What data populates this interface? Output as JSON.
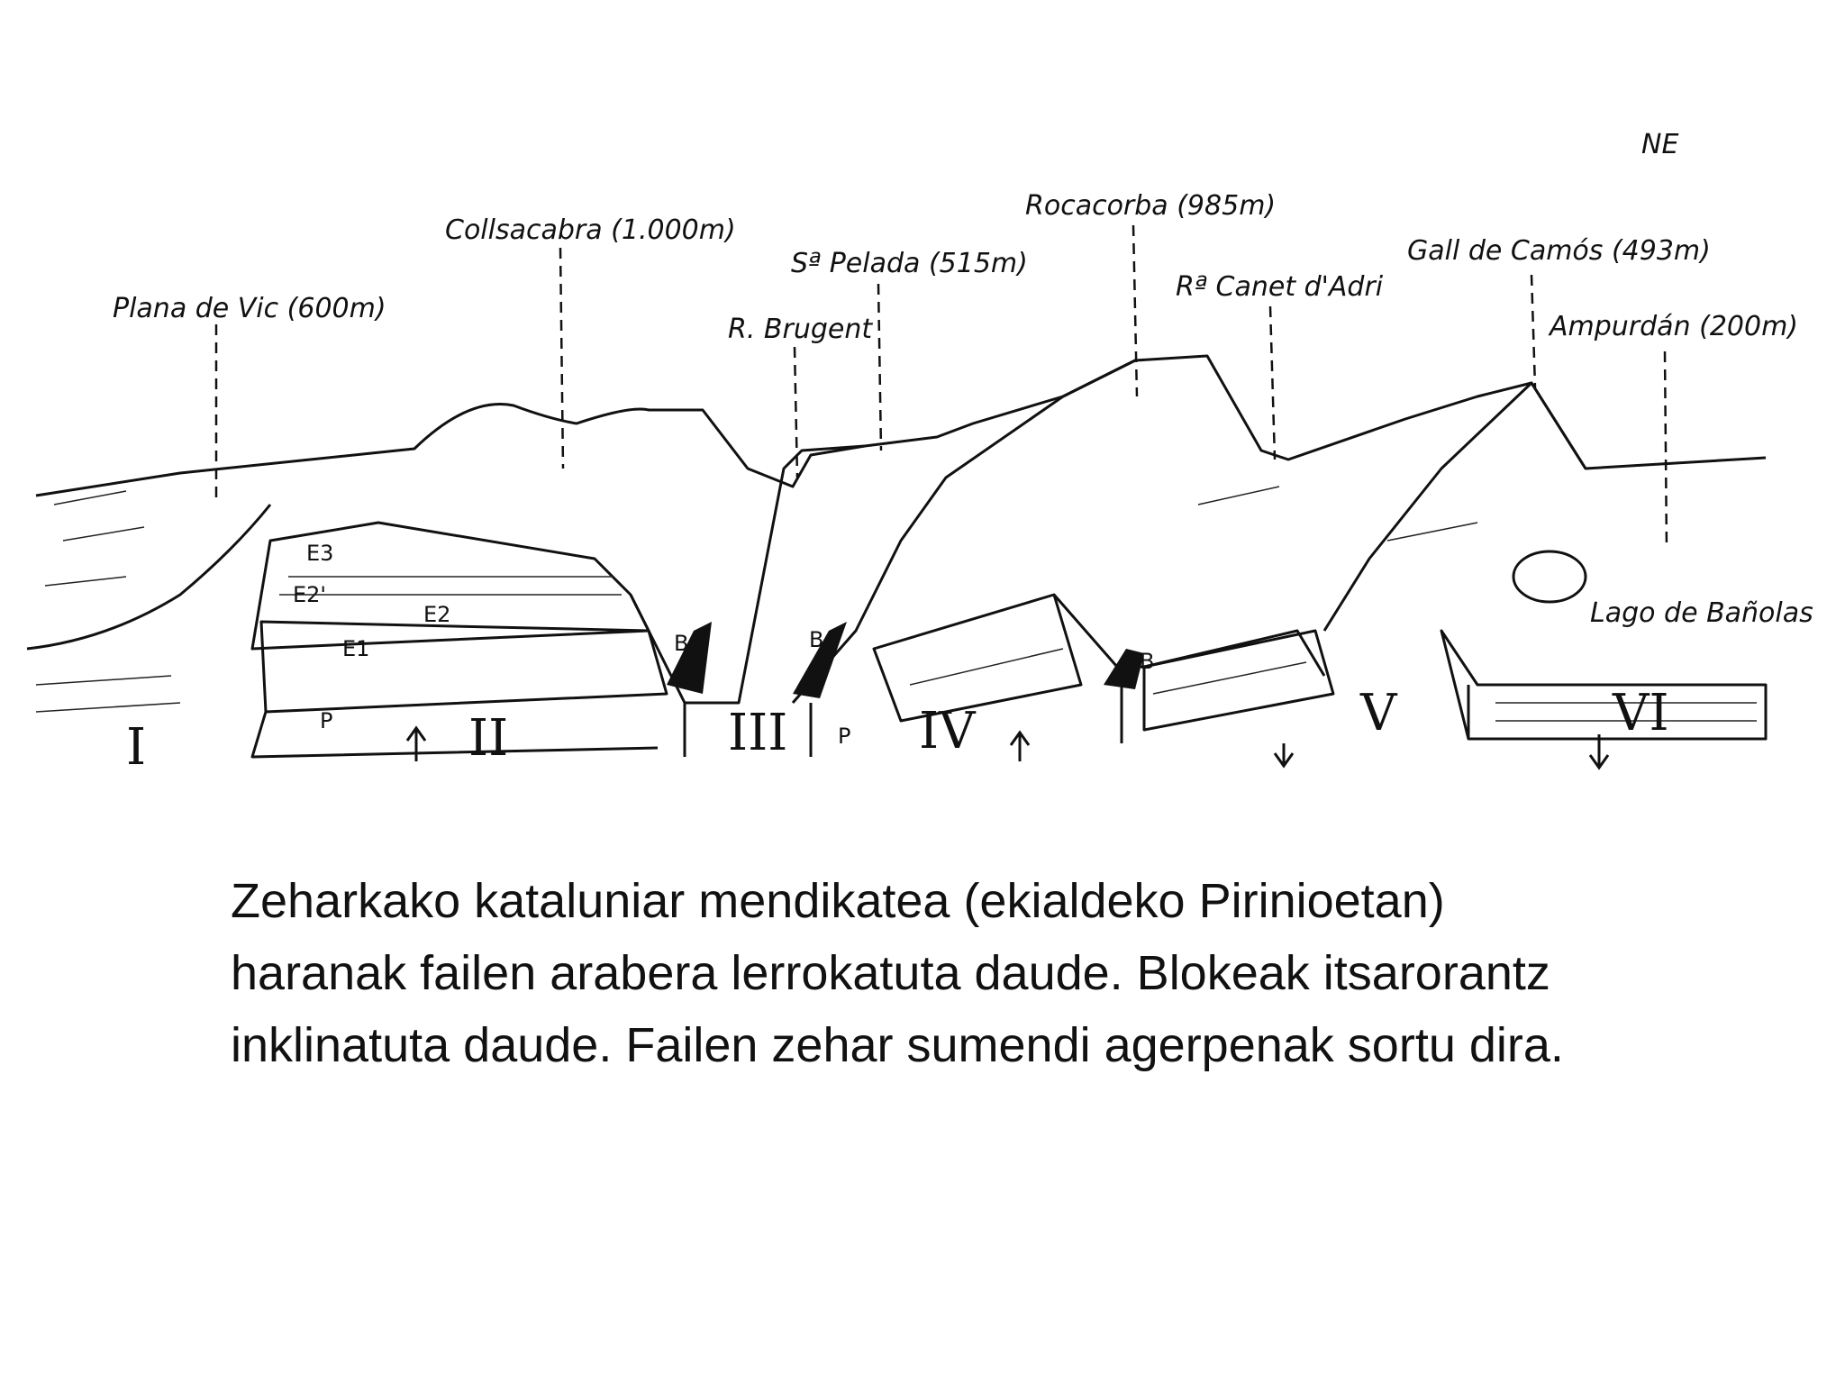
{
  "direction": "NE",
  "peaks": [
    {
      "name": "Plana de Vic (600m)"
    },
    {
      "name": "Collsacabra (1.000m)"
    },
    {
      "name": "Sª Pelada (515m)"
    },
    {
      "name": "R. Brugent"
    },
    {
      "name": "Rocacorba (985m)"
    },
    {
      "name": "Rª Canet d'Adri"
    },
    {
      "name": "Gall de Camós (493m)"
    },
    {
      "name": "Ampurdán (200m)"
    },
    {
      "name": "Lago de Bañolas"
    }
  ],
  "blocks": [
    "I",
    "II",
    "III",
    "IV",
    "V",
    "VI"
  ],
  "layers": {
    "e3": "E3",
    "e2p": "E2'",
    "e2": "E2",
    "e1": "E1",
    "p": "P",
    "b": "B"
  },
  "caption": [
    "Zeharkako kataluniar mendikatea (ekialdeko Pirinioetan)",
    "haranak failen arabera lerrokatuta daude. Blokeak itsarorantz",
    "inklinatuta daude. Failen zehar sumendi agerpenak sortu dira."
  ]
}
